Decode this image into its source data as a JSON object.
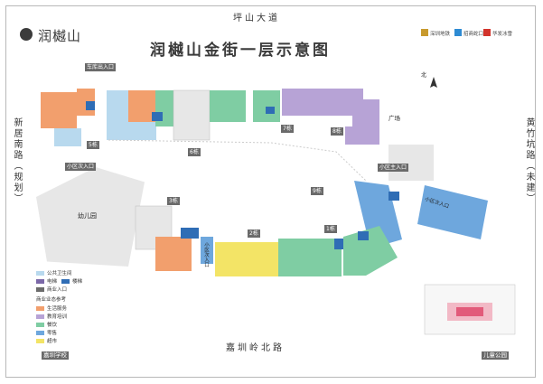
{
  "roads": {
    "top": "坪山大道",
    "bottom": "嘉圳岭北路",
    "left": "新居南路（规划）",
    "right": "黄竹坑路（未建）"
  },
  "title": "润樾山金街一层示意图",
  "logo": {
    "text": "润樾山"
  },
  "sponsors": [
    "深圳地铁",
    "招商蛇口",
    "华发冰雪"
  ],
  "labels": {
    "garage": "车库出入口",
    "b5": "5栋",
    "b6": "6栋",
    "b7": "7栋",
    "b8": "8栋",
    "b9": "9栋",
    "b3": "3栋",
    "b2": "2栋",
    "b1": "1栋",
    "community_sub": "小区次入口",
    "community_main": "小区主入口",
    "kindergarten": "幼儿园",
    "square": "广场",
    "north": "北",
    "left_vertical": "小区次入口",
    "right_vertical": "小区次入口",
    "school": "嘉圳学校",
    "park": "儿童公园"
  },
  "legend": {
    "items": [
      {
        "label": "公共卫生间",
        "color": "#b8d9ee"
      },
      {
        "label": "电梯",
        "color": "#7b68a8"
      },
      {
        "label": "楼梯",
        "color": "#2f6db5"
      },
      {
        "label": "商业入口",
        "color": "#6c6c6c"
      }
    ],
    "section_title": "商业业态参考",
    "categories": [
      {
        "label": "生活服务",
        "color": "#f29f6d"
      },
      {
        "label": "教育培训",
        "color": "#b7a3d6"
      },
      {
        "label": "餐饮",
        "color": "#7fcda3"
      },
      {
        "label": "零售",
        "color": "#6ea7dd"
      },
      {
        "label": "超市",
        "color": "#f3e466"
      }
    ]
  },
  "colors": {
    "orange": "#f29f6d",
    "purple": "#b7a3d6",
    "green": "#7fcda3",
    "blue": "#6ea7dd",
    "yellow": "#f3e466",
    "lightblue": "#b8d9ee",
    "darkblue": "#2f6db5",
    "gray": "#e7e7e7"
  }
}
